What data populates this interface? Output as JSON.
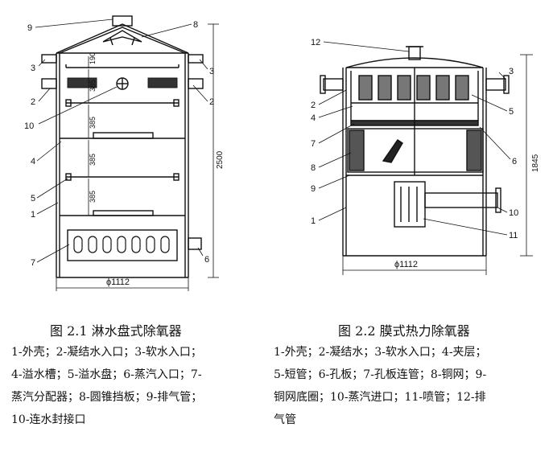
{
  "figure1": {
    "caption": "图 2.1  淋水盘式除氧器",
    "legend": [
      "1-外壳；2-凝结水入口；3-软水入口；",
      "4-溢水槽；5-溢水盘；6-蒸汽入口；7-",
      "蒸汽分配器；8-圆锥挡板；9-排气管；",
      "10-连水封接口"
    ],
    "callouts": [
      "9",
      "8",
      "3",
      "3",
      "2",
      "2",
      "10",
      "4",
      "5",
      "1",
      "7",
      "6"
    ],
    "dimensions": {
      "d190": "190",
      "d385a": "385",
      "d385b": "385",
      "d385c": "385",
      "d385d": "385",
      "height": "2500",
      "diameter": "ϕ1112"
    }
  },
  "figure2": {
    "caption": "图 2.2  膜式热力除氧器",
    "legend": [
      "1-外壳；2-凝结水；3-软水入口；4-夹层；",
      "5-短管；6-孔板；7-孔板连管；8-铜网；9-",
      "铜网底圈；10-蒸汽进口；11-喷管；12-排",
      "气管"
    ],
    "callouts": [
      "12",
      "3",
      "2",
      "4",
      "5",
      "7",
      "6",
      "8",
      "9",
      "1",
      "10",
      "11"
    ],
    "dimensions": {
      "height": "1845",
      "diameter": "ϕ1112"
    }
  }
}
